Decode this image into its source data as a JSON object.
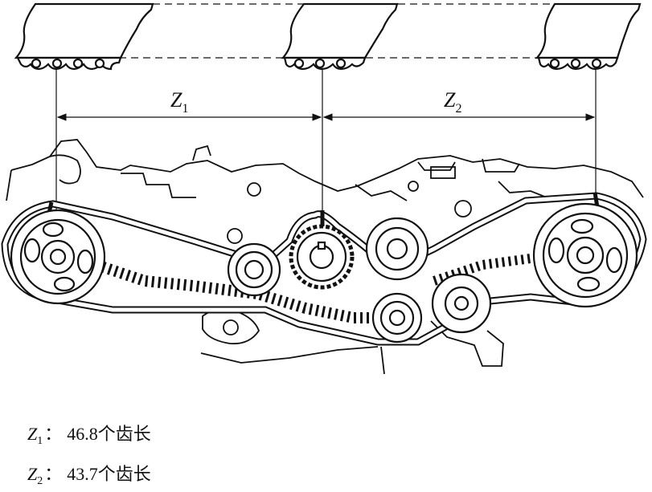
{
  "dimensions": [
    {
      "symbol": "Z",
      "subscript": "1"
    },
    {
      "symbol": "Z",
      "subscript": "2"
    }
  ],
  "legend": [
    {
      "symbol": "Z",
      "subscript": "1",
      "separator": "：",
      "text": "46.8个齿长"
    },
    {
      "symbol": "Z",
      "subscript": "2",
      "separator": "：",
      "text": "43.7个齿长"
    }
  ],
  "colors": {
    "ink": "#111111",
    "background": "#ffffff"
  }
}
